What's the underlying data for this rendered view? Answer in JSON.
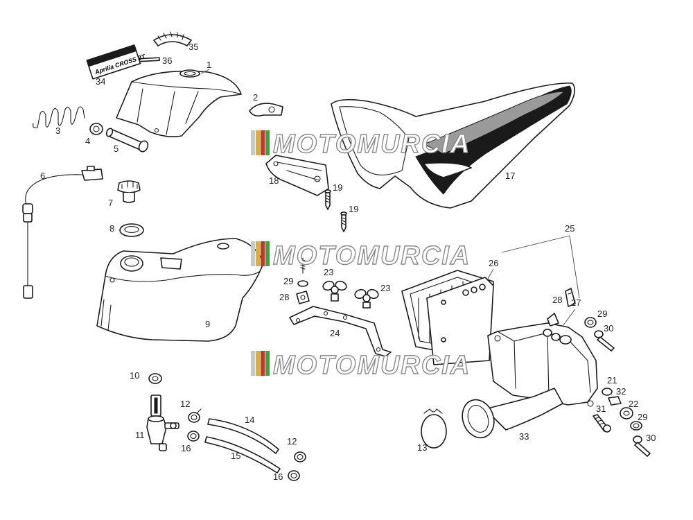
{
  "watermark": {
    "text": "MOTOMURCIA",
    "stripe_colors": [
      "#c8c8c8",
      "#e0b030",
      "#d03030",
      "#40a040"
    ]
  },
  "decal": {
    "text": "Aprilia CROSS 2T"
  },
  "callouts": {
    "p1": "1",
    "p2": "2",
    "p3": "3",
    "p4": "4",
    "p5": "5",
    "p6": "6",
    "p7": "7",
    "p8": "8",
    "p9": "9",
    "p10": "10",
    "p11": "11",
    "p12a": "12",
    "p12b": "12",
    "p13": "13",
    "p14": "14",
    "p15": "15",
    "p16a": "16",
    "p16b": "16",
    "p17": "17",
    "p18": "18",
    "p19a": "19",
    "p19b": "19",
    "p21": "21",
    "p22": "22",
    "p23a": "23",
    "p23b": "23",
    "p24": "24",
    "p25": "25",
    "p26": "26",
    "p27": "27",
    "p28a": "28",
    "p28b": "28",
    "p29a": "29",
    "p29b": "29",
    "p29c": "29",
    "p30a": "30",
    "p30b": "30",
    "p31": "31",
    "p32": "32",
    "p33": "33",
    "p34": "34",
    "p35": "35",
    "p36": "36"
  }
}
